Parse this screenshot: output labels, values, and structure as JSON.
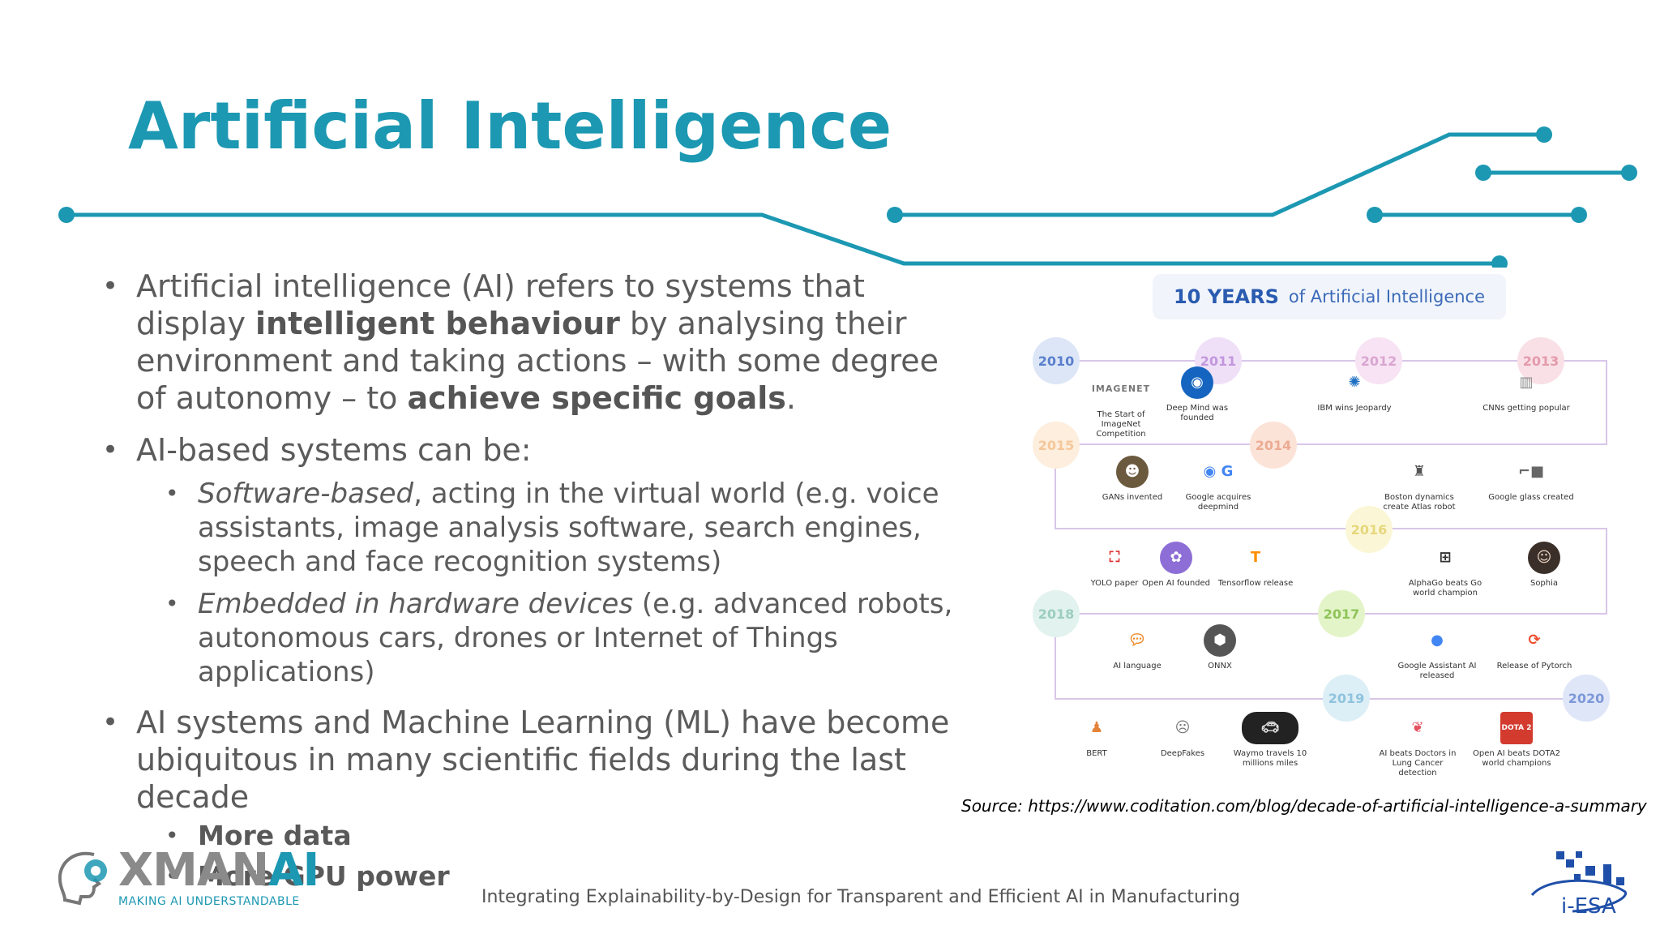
{
  "title": "Artificial Intelligence",
  "bullets": {
    "b1": {
      "t1": "Artificial intelligence (AI) refers to systems that display ",
      "s1": "intelligent behaviour",
      "t2": " by analysing their environment and taking actions – with some degree of autonomy – to ",
      "s2": "achieve specific goals",
      "t3": "."
    },
    "b2": {
      "text": "AI-based systems can be:",
      "sub1": {
        "em": "Software-based",
        "text": ", acting in the virtual world (e.g. voice assistants, image analysis software, search engines, speech and face recognition systems)"
      },
      "sub2": {
        "em": "Embedded in hardware devices",
        "text": " (e.g. advanced robots, autonomous cars, drones or Internet of Things applications)"
      }
    },
    "b3": {
      "text": "AI systems and Machine Learning (ML) have become ubiquitous in many scientific fields during the last decade",
      "items": [
        "More data",
        "More GPU power"
      ]
    }
  },
  "timeline": {
    "header_strong": "10 YEARS",
    "header_light": "of Artificial Intelligence",
    "years": [
      "2010",
      "2011",
      "2012",
      "2013",
      "2015",
      "2014",
      "2016",
      "2018",
      "2017",
      "2019",
      "2020"
    ],
    "events": [
      "The Start of ImageNet Competition",
      "Deep Mind was founded",
      "IBM wins Jeopardy",
      "CNNs getting popular",
      "GANs invented",
      "Google acquires deepmind",
      "Boston dynamics create Atlas robot",
      "Google glass created",
      "YOLO paper",
      "Open AI founded",
      "Tensorflow release",
      "AlphaGo beats Go world champion",
      "Sophia",
      "AI language",
      "ONNX",
      "Google Assistant AI released",
      "Release of Pytorch",
      "BERT",
      "DeepFakes",
      "Waymo travels 10 millions miles",
      "AI beats Doctors in Lung Cancer detection",
      "Open AI beats DOTA2 world champions"
    ],
    "imagenet_logo": "IMAGENET",
    "dota_logo": "DOTA 2"
  },
  "source": "Source: https://www.coditation.com/blog/decade-of-artificial-intelligence-a-summary",
  "footer": "Integrating Explainability-by-Design for Transparent and Efficient AI in Manufacturing",
  "logos": {
    "xmanai_a": "XMAN",
    "xmanai_b": "AI",
    "xmanai_tag": "MAKING AI UNDERSTANDABLE",
    "iesa": "i-ESA"
  },
  "colors": {
    "accent": "#1c98b2",
    "text": "#5b5b5b"
  }
}
